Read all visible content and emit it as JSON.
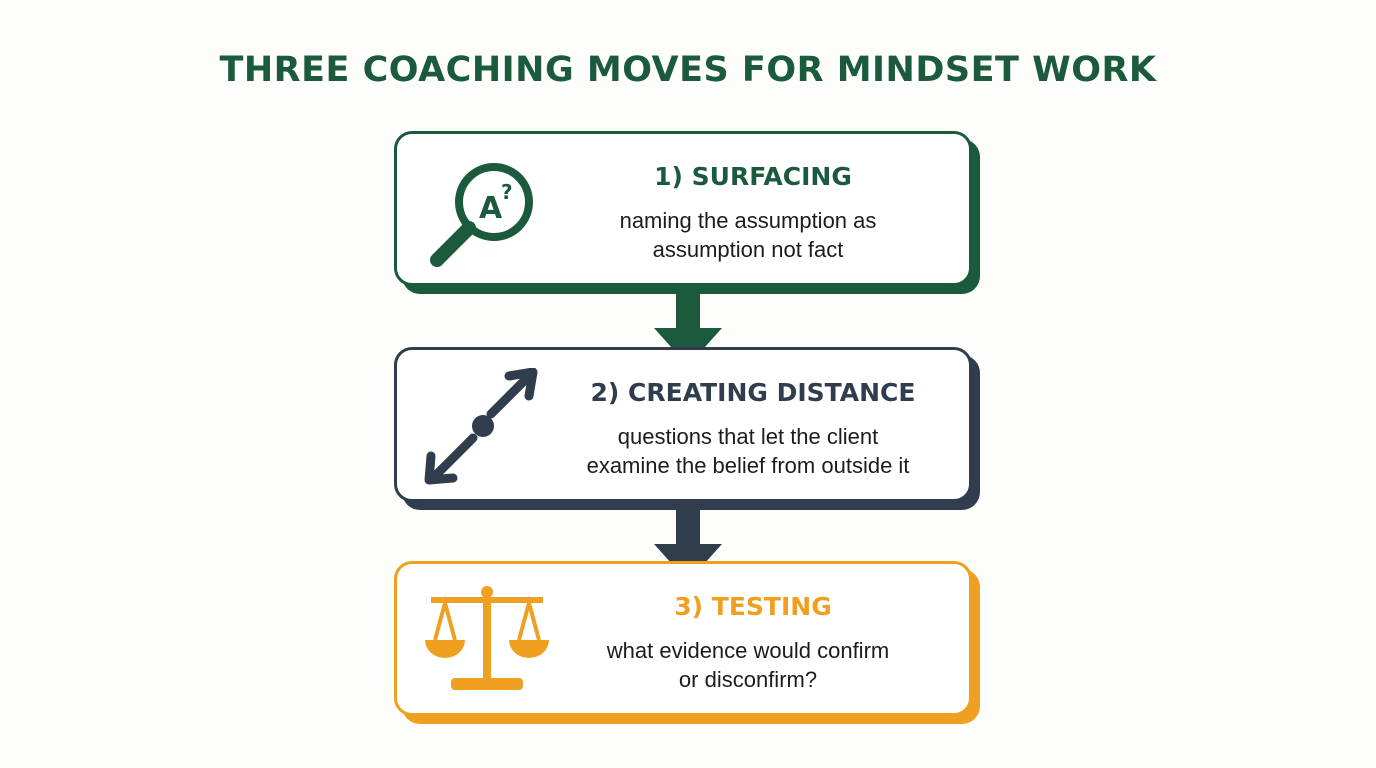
{
  "title": "THREE COACHING MOVES FOR MINDSET WORK",
  "colors": {
    "green": "#1b5a3c",
    "navy": "#2f3d4c",
    "orange": "#f0a020",
    "background": "#fdfdfc"
  },
  "steps": [
    {
      "heading": "1) SURFACING",
      "description_line1": "naming the assumption as",
      "description_line2": "assumption not fact",
      "icon": "magnifier-question-icon",
      "icon_text": "A?"
    },
    {
      "heading": "2) CREATING DISTANCE",
      "description_line1": "questions that let the client",
      "description_line2": "examine the belief from outside it",
      "icon": "diagonal-double-arrow-icon"
    },
    {
      "heading": "3) TESTING",
      "description_line1": "what evidence would confirm",
      "description_line2": "or disconfirm?",
      "icon": "balance-scale-icon"
    }
  ]
}
